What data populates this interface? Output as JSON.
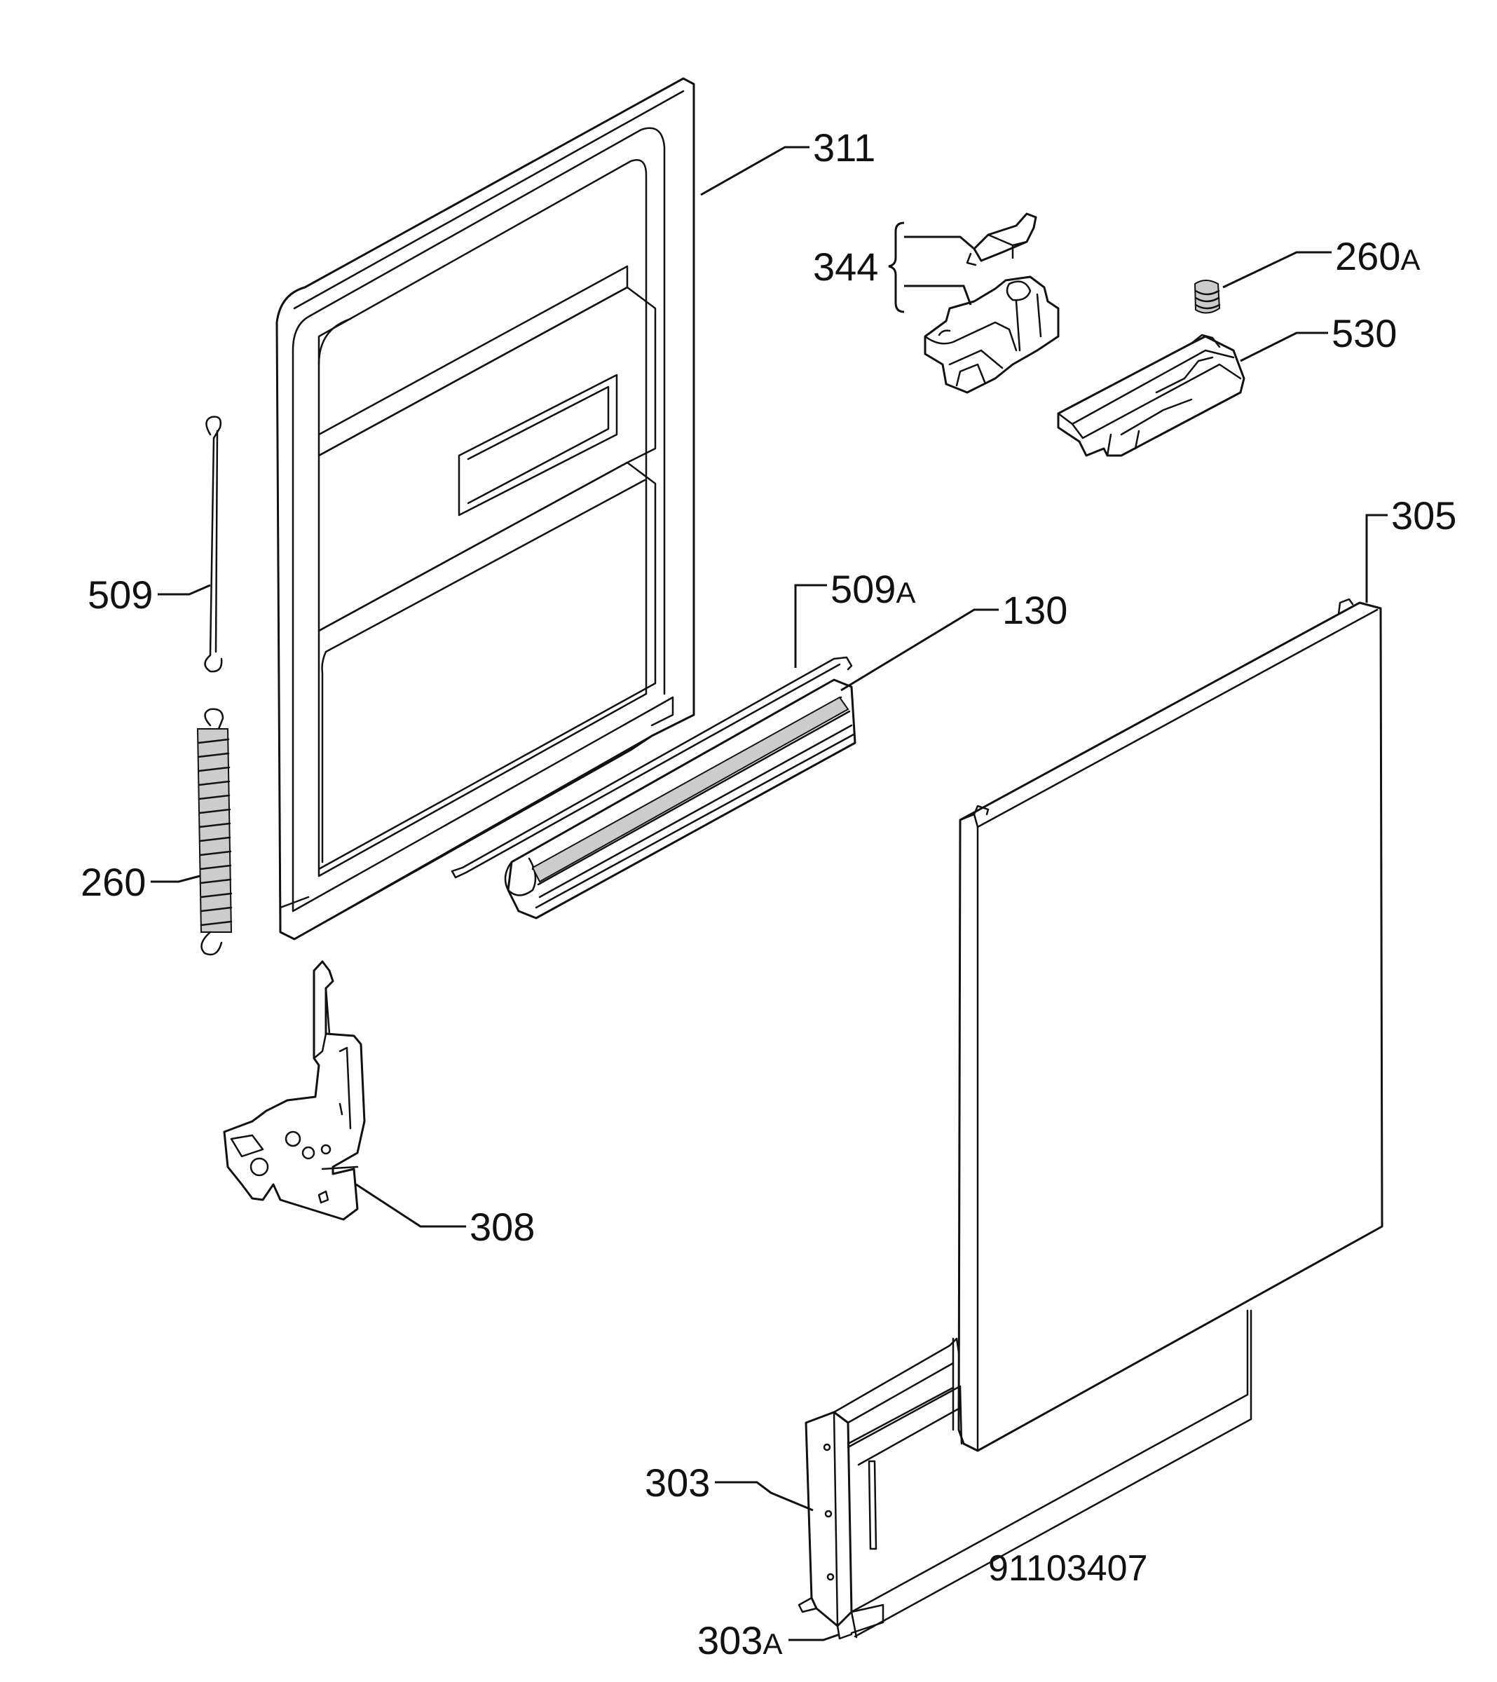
{
  "diagram": {
    "document_number": "91103407",
    "labels": {
      "311": {
        "num": "311",
        "suffix": ""
      },
      "344": {
        "num": "344",
        "suffix": ""
      },
      "260A": {
        "num": "260",
        "suffix": "A"
      },
      "530": {
        "num": "530",
        "suffix": ""
      },
      "305": {
        "num": "305",
        "suffix": ""
      },
      "509": {
        "num": "509",
        "suffix": ""
      },
      "509A": {
        "num": "509",
        "suffix": "A"
      },
      "130": {
        "num": "130",
        "suffix": ""
      },
      "260": {
        "num": "260",
        "suffix": ""
      },
      "308": {
        "num": "308",
        "suffix": ""
      },
      "303": {
        "num": "303",
        "suffix": ""
      },
      "303A": {
        "num": "303",
        "suffix": "A"
      }
    }
  }
}
